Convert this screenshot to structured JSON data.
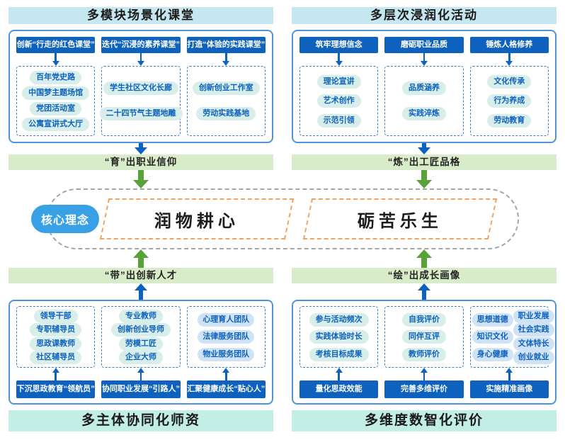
{
  "colors": {
    "brand_blue": "#0e62be",
    "badge_blue": "#38a0e4",
    "header_cyan": "#c7e7f0",
    "footer_mint": "#c3eee6",
    "green_bar": "#d9ecca",
    "arrow_green": "#58a339",
    "orange_dash": "#f0a35e",
    "pill_teal": "#d8eeea",
    "pill_blue": "#cfe3f4",
    "gray_dash": "#a5a5a5"
  },
  "top_left": {
    "header": "多模块场景化课堂",
    "result_bar": "“育”出职业信仰",
    "columns": [
      {
        "title": "创新“行走的红色课堂”",
        "items": [
          "百年党史路",
          "中国梦主题场馆",
          "党团活动室",
          "公寓宣讲式大厅"
        ]
      },
      {
        "title": "迭代“沉浸的素养课堂”",
        "items": [
          "学生社区文化长廊",
          "二十四节气主题地雕"
        ]
      },
      {
        "title": "打造“体验的实践课堂”",
        "items": [
          "创新创业工作室",
          "劳动实践基地"
        ]
      }
    ]
  },
  "top_right": {
    "header": "多层次浸润化活动",
    "result_bar": "“炼”出工匠品格",
    "columns": [
      {
        "title": "筑牢理想信念",
        "items": [
          "理论宣讲",
          "艺术创作",
          "示范引领"
        ]
      },
      {
        "title": "磨砺职业品质",
        "items": [
          "品质涵养",
          "实践淬炼"
        ]
      },
      {
        "title": "锤炼人格修养",
        "items": [
          "文化传承",
          "行为养成",
          "劳动教育"
        ]
      }
    ]
  },
  "core": {
    "badge": "核心理念",
    "concepts": [
      "润物耕心",
      "砺苦乐生"
    ]
  },
  "bottom_left": {
    "footer": "多主体协同化师资",
    "result_bar": "“带”出创新人才",
    "columns": [
      {
        "role_bar": "下沉思政教育“领航员”",
        "items": [
          "领导干部",
          "专职辅导员",
          "思政课教师",
          "社区辅导员"
        ]
      },
      {
        "role_bar": "协同职业发展“引路人”",
        "items": [
          "专业教师",
          "创新创业导师",
          "劳模工匠",
          "企业大师"
        ]
      },
      {
        "role_bar": "汇聚健康成长“贴心人”",
        "items": [
          "心理育人团队",
          "法律服务团队",
          "物业服务团队"
        ]
      }
    ]
  },
  "bottom_right": {
    "footer": "多维度数智化评价",
    "result_bar": "“绘”出成长画像",
    "columns": [
      {
        "role_bar": "量化思政效能",
        "items": [
          "参与活动频次",
          "实践体验时长",
          "考核目标成果"
        ]
      },
      {
        "role_bar": "完善多维评价",
        "items": [
          "自我评价",
          "同伴互评",
          "教师评价"
        ]
      },
      {
        "role_bar": "实施精准画像",
        "items_left": [
          "思想道德",
          "知识文化",
          "身心健康"
        ],
        "items_right": [
          "职业发展",
          "社会实践",
          "文体特长",
          "创业就业"
        ]
      }
    ]
  }
}
